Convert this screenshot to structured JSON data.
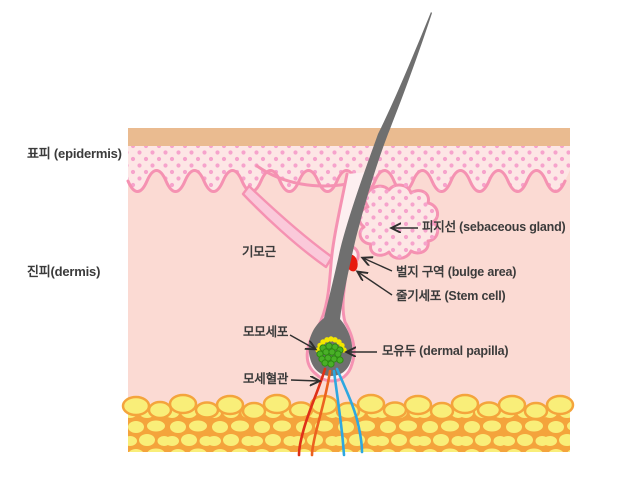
{
  "diagram": {
    "left_labels": {
      "epidermis": "표피 (epidermis)",
      "dermis": "진피(dermis)"
    },
    "part_labels": {
      "arrector_pili": "기모근",
      "sebaceous_gland": "피지선 (sebaceous gland)",
      "bulge_area": "벌지 구역 (bulge area)",
      "stem_cell": "줄기세포 (Stem cell)",
      "hair_matrix": "모모세포",
      "dermal_papilla": "모유두 (dermal papilla)",
      "capillary": "모세혈관"
    },
    "colors": {
      "skin_surface_tan": "#eabb90",
      "epidermis_fill": "#fde6e5",
      "epidermis_dots": "#f6a3cc",
      "dermis_fill": "#fbdad3",
      "outline_pink": "#f592b2",
      "muscle_fill": "#fac9da",
      "follicle_sheath_fill": "#fdeff0",
      "hair_gray": "#6f6f6f",
      "fat_cell_yellow": "#f9ee79",
      "fat_gap_orange": "#f4a43c",
      "bulge_red": "#e7190d",
      "papilla_green": "#49b027",
      "matrix_yellow": "#f3e600",
      "vessel_red": "#df3018",
      "vessel_orange": "#ec6220",
      "vessel_blue": "#2ea7e0",
      "label_text": "#3b3b3b"
    }
  }
}
